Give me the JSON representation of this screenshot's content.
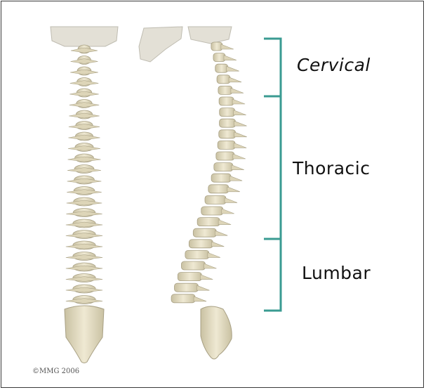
{
  "regions": [
    {
      "name": "Cervical"
    },
    {
      "name": "Thoracic"
    },
    {
      "name": "Lumbar"
    }
  ],
  "copyright": "©MMG 2006",
  "colors": {
    "bracket": "#3a9b92",
    "bone": "#e9e2c7",
    "bone_shadow": "#b9b093",
    "border": "#3a3a3a"
  }
}
